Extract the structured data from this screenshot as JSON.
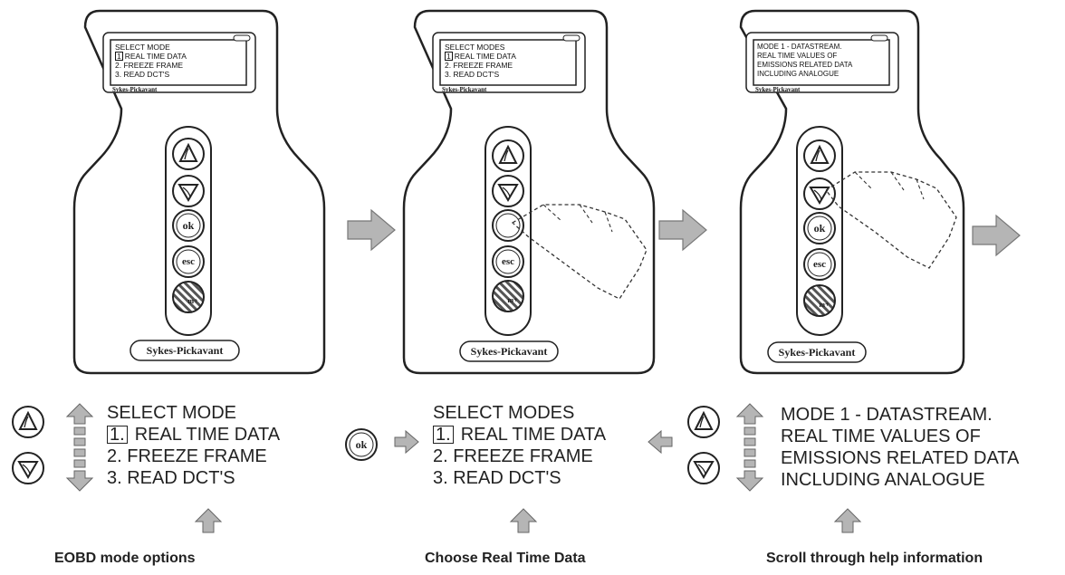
{
  "device_brand": "Sykes-Pickavant",
  "button_labels": {
    "ok": "ok",
    "esc": "esc",
    "menu": "m+"
  },
  "panels": [
    {
      "lcd_lines": [
        "SELECT MODE",
        "REAL TIME DATA",
        "2.  FREEZE FRAME",
        "3.  READ DCT'S"
      ],
      "lcd_marker": "1",
      "menu_title": "SELECT MODE",
      "menu_marker": "1.",
      "menu_items": [
        "REAL TIME DATA",
        "2.  FREEZE FRAME",
        "3.  READ DCT'S"
      ],
      "caption": "EOBD mode options"
    },
    {
      "lcd_lines": [
        "SELECT MODES",
        "REAL TIME DATA",
        "2.  FREEZE FRAME",
        "3.  READ DCT'S"
      ],
      "lcd_marker": "1",
      "menu_title": "SELECT MODES",
      "menu_marker": "1.",
      "menu_items": [
        "REAL TIME DATA",
        "2.  FREEZE FRAME",
        "3.  READ DCT'S"
      ],
      "caption": "Choose Real Time Data"
    },
    {
      "lcd_lines": [
        "MODE 1 - DATASTREAM.",
        "REAL TIME VALUES OF",
        "EMISSIONS RELATED DATA",
        "INCLUDING ANALOGUE"
      ],
      "menu_lines": [
        "MODE 1 - DATASTREAM.",
        "REAL TIME VALUES OF",
        "EMISSIONS RELATED DATA",
        "INCLUDING ANALOGUE"
      ],
      "caption": "Scroll through help information"
    }
  ]
}
